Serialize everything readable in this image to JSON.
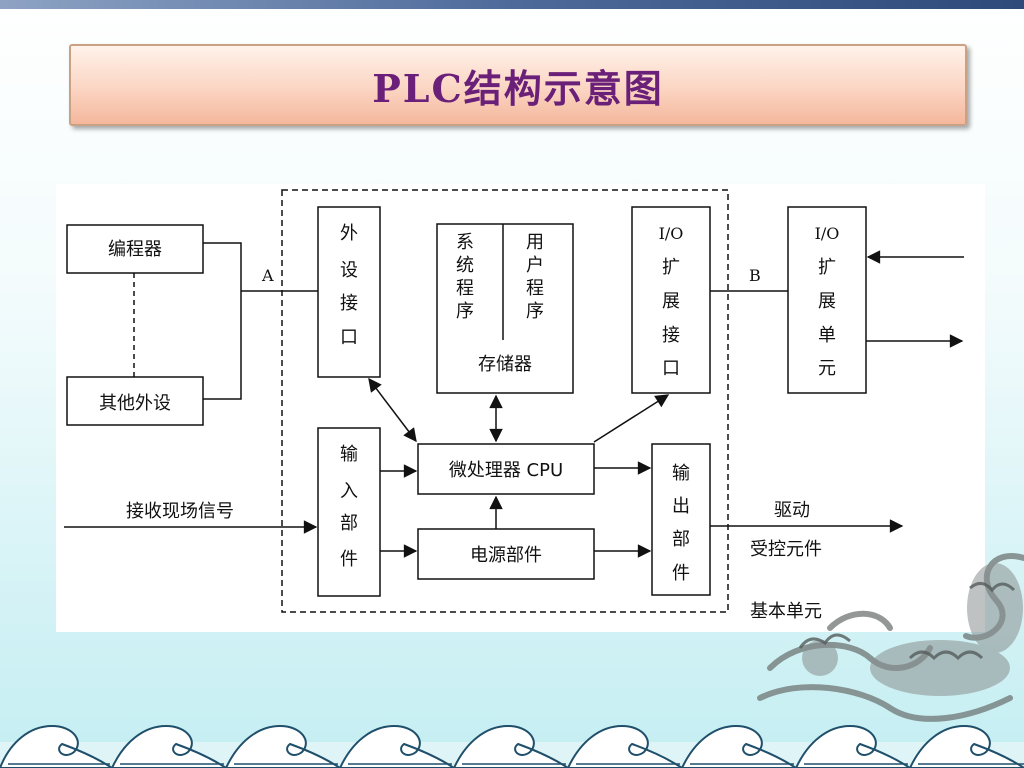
{
  "slide": {
    "title": "PLC结构示意图"
  },
  "diagram": {
    "programmer": "编程器",
    "other_peripherals": "其他外设",
    "peripheral_interface": [
      "外",
      "设",
      "接",
      "口"
    ],
    "system_program": [
      "系",
      "统",
      "程",
      "序"
    ],
    "user_program": [
      "用",
      "户",
      "程",
      "序"
    ],
    "memory": "存储器",
    "io_ext_interface": [
      "I/O",
      "扩",
      "展",
      "接",
      "口"
    ],
    "io_ext_unit": [
      "I/O",
      "扩",
      "展",
      "单",
      "元"
    ],
    "label_a": "A",
    "label_b": "B",
    "input_unit": [
      "输",
      "入",
      "部",
      "件"
    ],
    "cpu": "微处理器 CPU",
    "power": "电源部件",
    "output_unit": [
      "输",
      "出",
      "部",
      "件"
    ],
    "field_signal": "接收现场信号",
    "drive": "驱动",
    "controlled": "受控元件",
    "basic_unit": "基本单元"
  }
}
